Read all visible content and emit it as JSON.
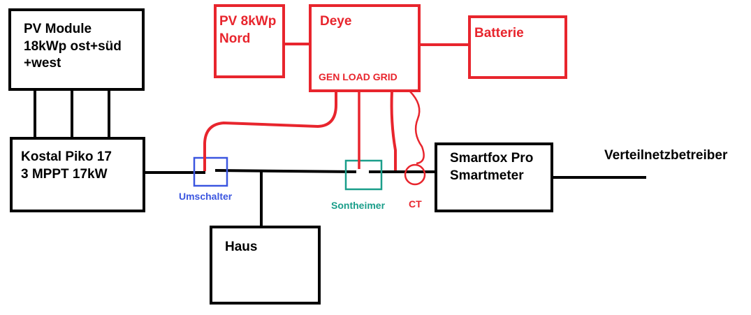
{
  "colors": {
    "black": "#000000",
    "red": "#e8252d",
    "blue": "#3b56e0",
    "teal": "#1a9e8a",
    "background": "#ffffff"
  },
  "boxes": {
    "pv_module": "PV Module\n18kWp ost+süd\n+west",
    "kostal": "Kostal Piko 17\n3 MPPT 17kW",
    "haus": "Haus",
    "smartfox": "Smartfox Pro\nSmartmeter",
    "pv_nord": "PV 8kWp\nNord",
    "deye": "Deye",
    "deye_ports": "GEN LOAD GRID",
    "batterie": "Batterie"
  },
  "labels": {
    "umschalter": "Umschalter",
    "sontheimer": "Sontheimer",
    "ct": "CT",
    "grid_operator": "Verteilnetzbetreiber"
  }
}
